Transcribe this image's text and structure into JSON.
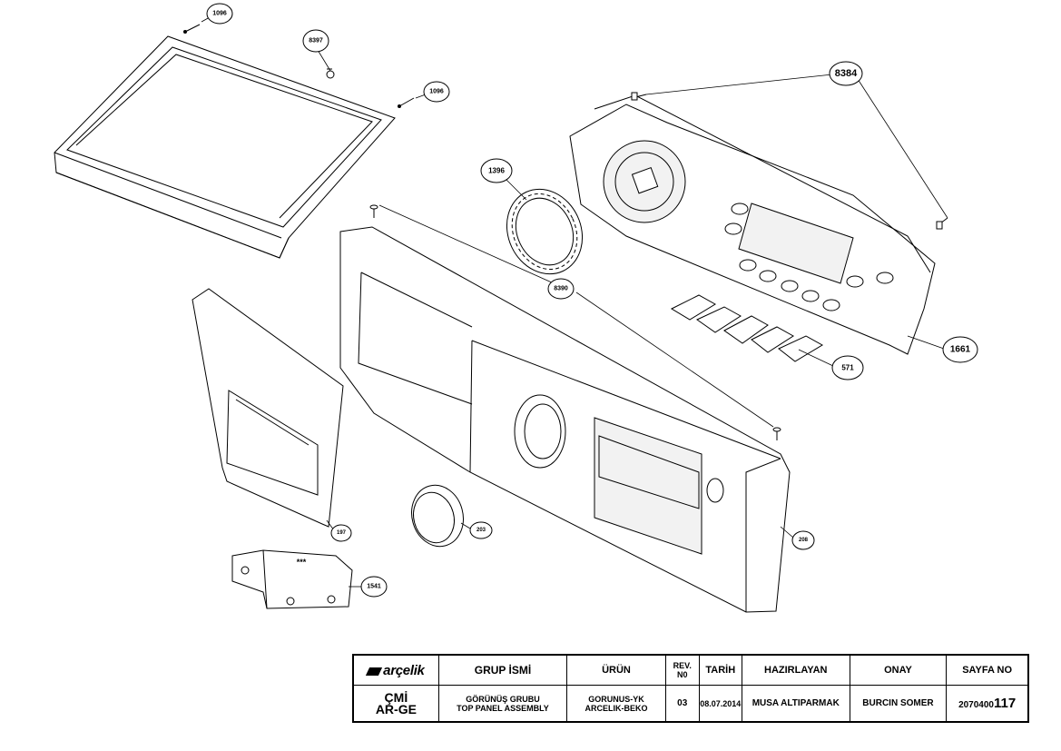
{
  "callouts": [
    {
      "id": "c1096a",
      "label": "1096"
    },
    {
      "id": "c8397",
      "label": "8397"
    },
    {
      "id": "c1096b",
      "label": "1096"
    },
    {
      "id": "c8384",
      "label": "8384"
    },
    {
      "id": "c1396",
      "label": "1396"
    },
    {
      "id": "c8390",
      "label": "8390"
    },
    {
      "id": "c1661",
      "label": "1661"
    },
    {
      "id": "c571",
      "label": "571"
    },
    {
      "id": "c197",
      "label": "197"
    },
    {
      "id": "c203",
      "label": "203"
    },
    {
      "id": "c208",
      "label": "208"
    },
    {
      "id": "c1541",
      "label": "1541"
    }
  ],
  "drawer_handle_marking": "***",
  "title_block": {
    "brand": "arçelik",
    "headers": {
      "group_name": "GRUP İSMİ",
      "product": "ÜRÜN",
      "rev_no_line1": "REV.",
      "rev_no_line2": "N0",
      "date": "TARİH",
      "prepared_by": "HAZIRLAYAN",
      "approval": "ONAY",
      "page_no": "SAYFA NO"
    },
    "values": {
      "cmi_line1": "ÇMİ",
      "cmi_line2": "AR-GE",
      "group_line1": "GÖRÜNÜŞ GRUBU",
      "group_line2": "TOP PANEL ASSEMBLY",
      "product_line1": "GORUNUS-YK",
      "product_line2": "ARCELIK-BEKO",
      "rev_no": "03",
      "date": "08.07.2014",
      "prepared_by": "MUSA ALTIPARMAK",
      "approval": "BURCIN SOMER",
      "page_no_prefix": "2070400",
      "page_no_suffix": "117"
    }
  }
}
